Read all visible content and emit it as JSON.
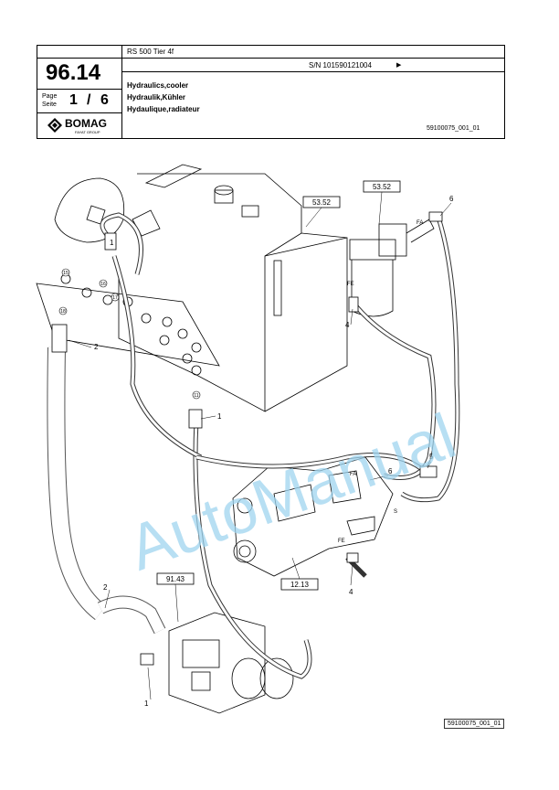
{
  "header": {
    "section_number": "96.14",
    "page_label_line1": "Page",
    "page_label_line2": "Seite",
    "page_current": "1",
    "page_separator": "/",
    "page_total": "6",
    "brand_name": "BOMAG",
    "brand_sub": "FAYAT GROUP",
    "model": "RS 500 Tier 4f",
    "serial": "S/N 101590121004",
    "serial_arrow": "▶",
    "title_en": "Hydraulics,cooler",
    "title_de": "Hydraulik,Kühler",
    "title_fr": "Hydaulique,radiateur",
    "drawing_code": "59100075_001_01"
  },
  "watermark": "AutoManual",
  "diagram": {
    "ref_boxes": [
      "53.52",
      "53.52",
      "91.43",
      "12.13"
    ],
    "callouts": [
      "1",
      "1",
      "1",
      "2",
      "2",
      "4",
      "4",
      "5",
      "6",
      "6"
    ],
    "port_labels": [
      "FA",
      "FE",
      "FA",
      "FE",
      "S"
    ],
    "small_numbers": [
      "15",
      "16",
      "17",
      "18",
      "11"
    ]
  },
  "footer": {
    "drawing_code": "59100075_001_01"
  },
  "colors": {
    "line": "#000000",
    "watermark": "#9fd4ef"
  }
}
